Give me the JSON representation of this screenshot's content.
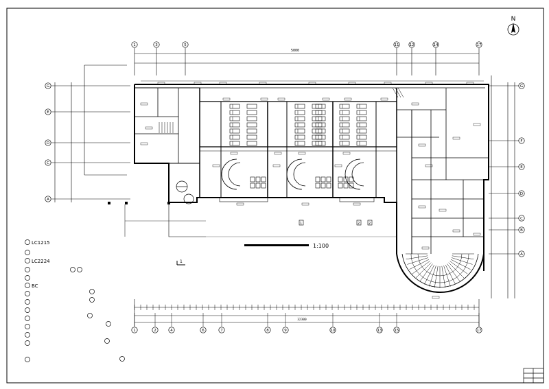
{
  "drawing": {
    "scale_label": "1:100",
    "north_label": "N",
    "overall_dim": "5000",
    "bottom_overall_dim": "32300",
    "top_axes": [
      "1",
      "3",
      "5",
      "11",
      "12",
      "14",
      "17"
    ],
    "bottom_axes": [
      "1",
      "2",
      "4",
      "6",
      "7",
      "8",
      "9",
      "10",
      "13",
      "15",
      "17"
    ],
    "left_axes": [
      "G",
      "E",
      "D",
      "C",
      "A"
    ],
    "right_axes": [
      "G",
      "F",
      "E",
      "D",
      "C",
      "B",
      "A"
    ],
    "legend_labels": [
      "LC1215",
      "LC2224",
      "BC"
    ],
    "section_marks": [
      "1",
      "1",
      "2",
      "2"
    ]
  }
}
